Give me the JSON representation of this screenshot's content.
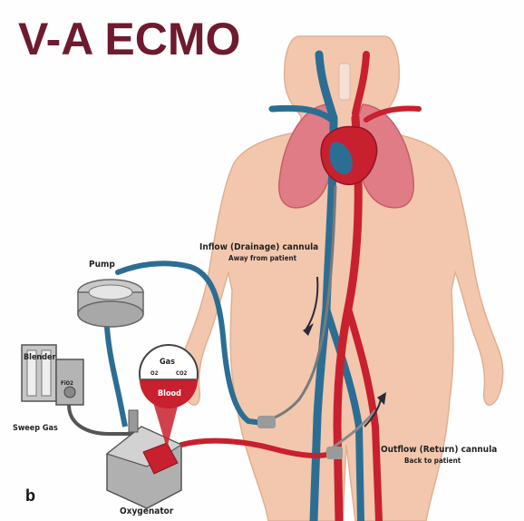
{
  "title": "V-A ECMO",
  "labels": {
    "pump": "Pump",
    "blender": "Blender",
    "sweep_gas": "Sweep Gas",
    "fio2": "FiO2",
    "oxygenator": "Oxygenator",
    "gas": "Gas",
    "o2": "O2",
    "co2": "CO2",
    "blood": "Blood",
    "inflow_title": "Inflow (Drainage) cannula",
    "inflow_sub": "Away from patient",
    "outflow_title": "Outflow (Return) cannula",
    "outflow_sub": "Back to patient",
    "panel_letter": "b"
  },
  "colors": {
    "title": "#6e1a2f",
    "artery": "#c8202e",
    "vein": "#2c6e93",
    "skin": "#f2c7ad",
    "lung": "#e07c86",
    "device": "#bcbcbc"
  }
}
